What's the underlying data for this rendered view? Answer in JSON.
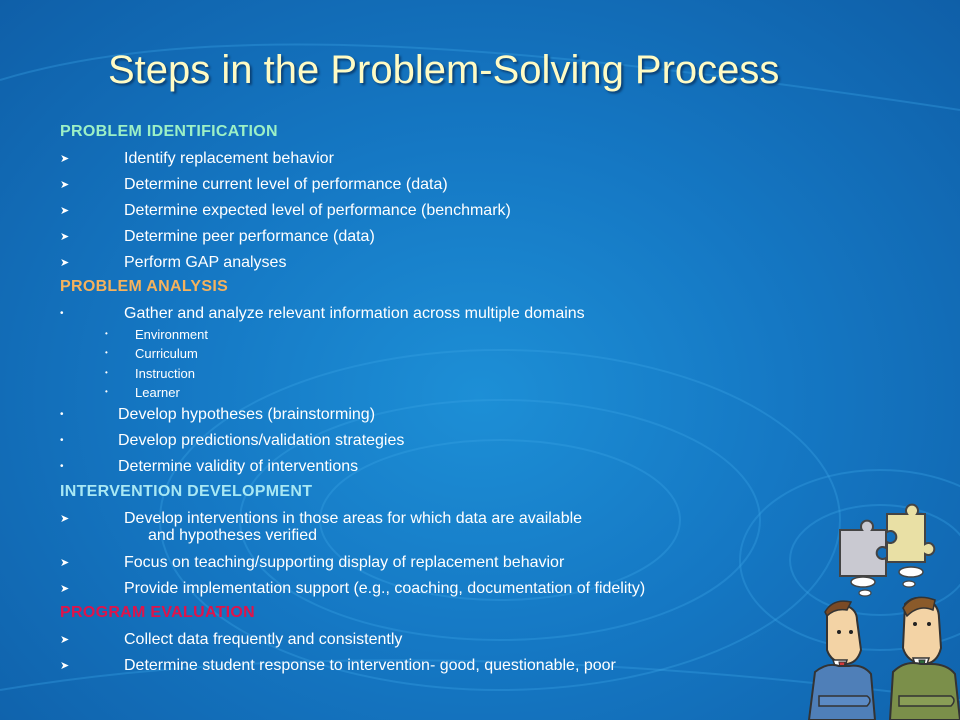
{
  "title": "Steps in the Problem-Solving Process",
  "sections": {
    "identification": {
      "heading": "PROBLEM IDENTIFICATION",
      "items": [
        "Identify replacement behavior",
        "Determine current level of performance (data)",
        "Determine expected level of performance (benchmark)",
        "Determine peer performance (data)",
        "Perform GAP analyses"
      ]
    },
    "analysis": {
      "heading": "PROBLEM ANALYSIS",
      "gather": "Gather and analyze relevant information across multiple domains",
      "domains": [
        "Environment",
        "Curriculum",
        "Instruction",
        "Learner"
      ],
      "items": [
        "Develop hypotheses (brainstorming)",
        "Develop predictions/validation strategies",
        "Determine validity of interventions"
      ]
    },
    "development": {
      "heading": "INTERVENTION DEVELOPMENT",
      "items": [
        "Develop interventions in those areas for which data are available",
        "and hypotheses verified",
        "Focus on teaching/supporting display of replacement behavior",
        "Provide implementation support (e.g., coaching, documentation of fidelity)"
      ]
    },
    "evaluation": {
      "heading": "PROGRAM EVALUATION",
      "items": [
        "Collect data frequently and consistently",
        "Determine student response to intervention- good, questionable, poor"
      ]
    }
  },
  "icons": {
    "arrow_bullet": "arrowhead-bullet-icon",
    "dot_bullet": "dot-bullet-icon",
    "clipart": "two-people-thinking-puzzle-icon"
  },
  "colors": {
    "title": "#fffbc4",
    "identification": "#9cf0c6",
    "analysis": "#f6b25c",
    "development": "#a8e8f4",
    "evaluation": "#e0134a",
    "background": "#1578c4"
  }
}
